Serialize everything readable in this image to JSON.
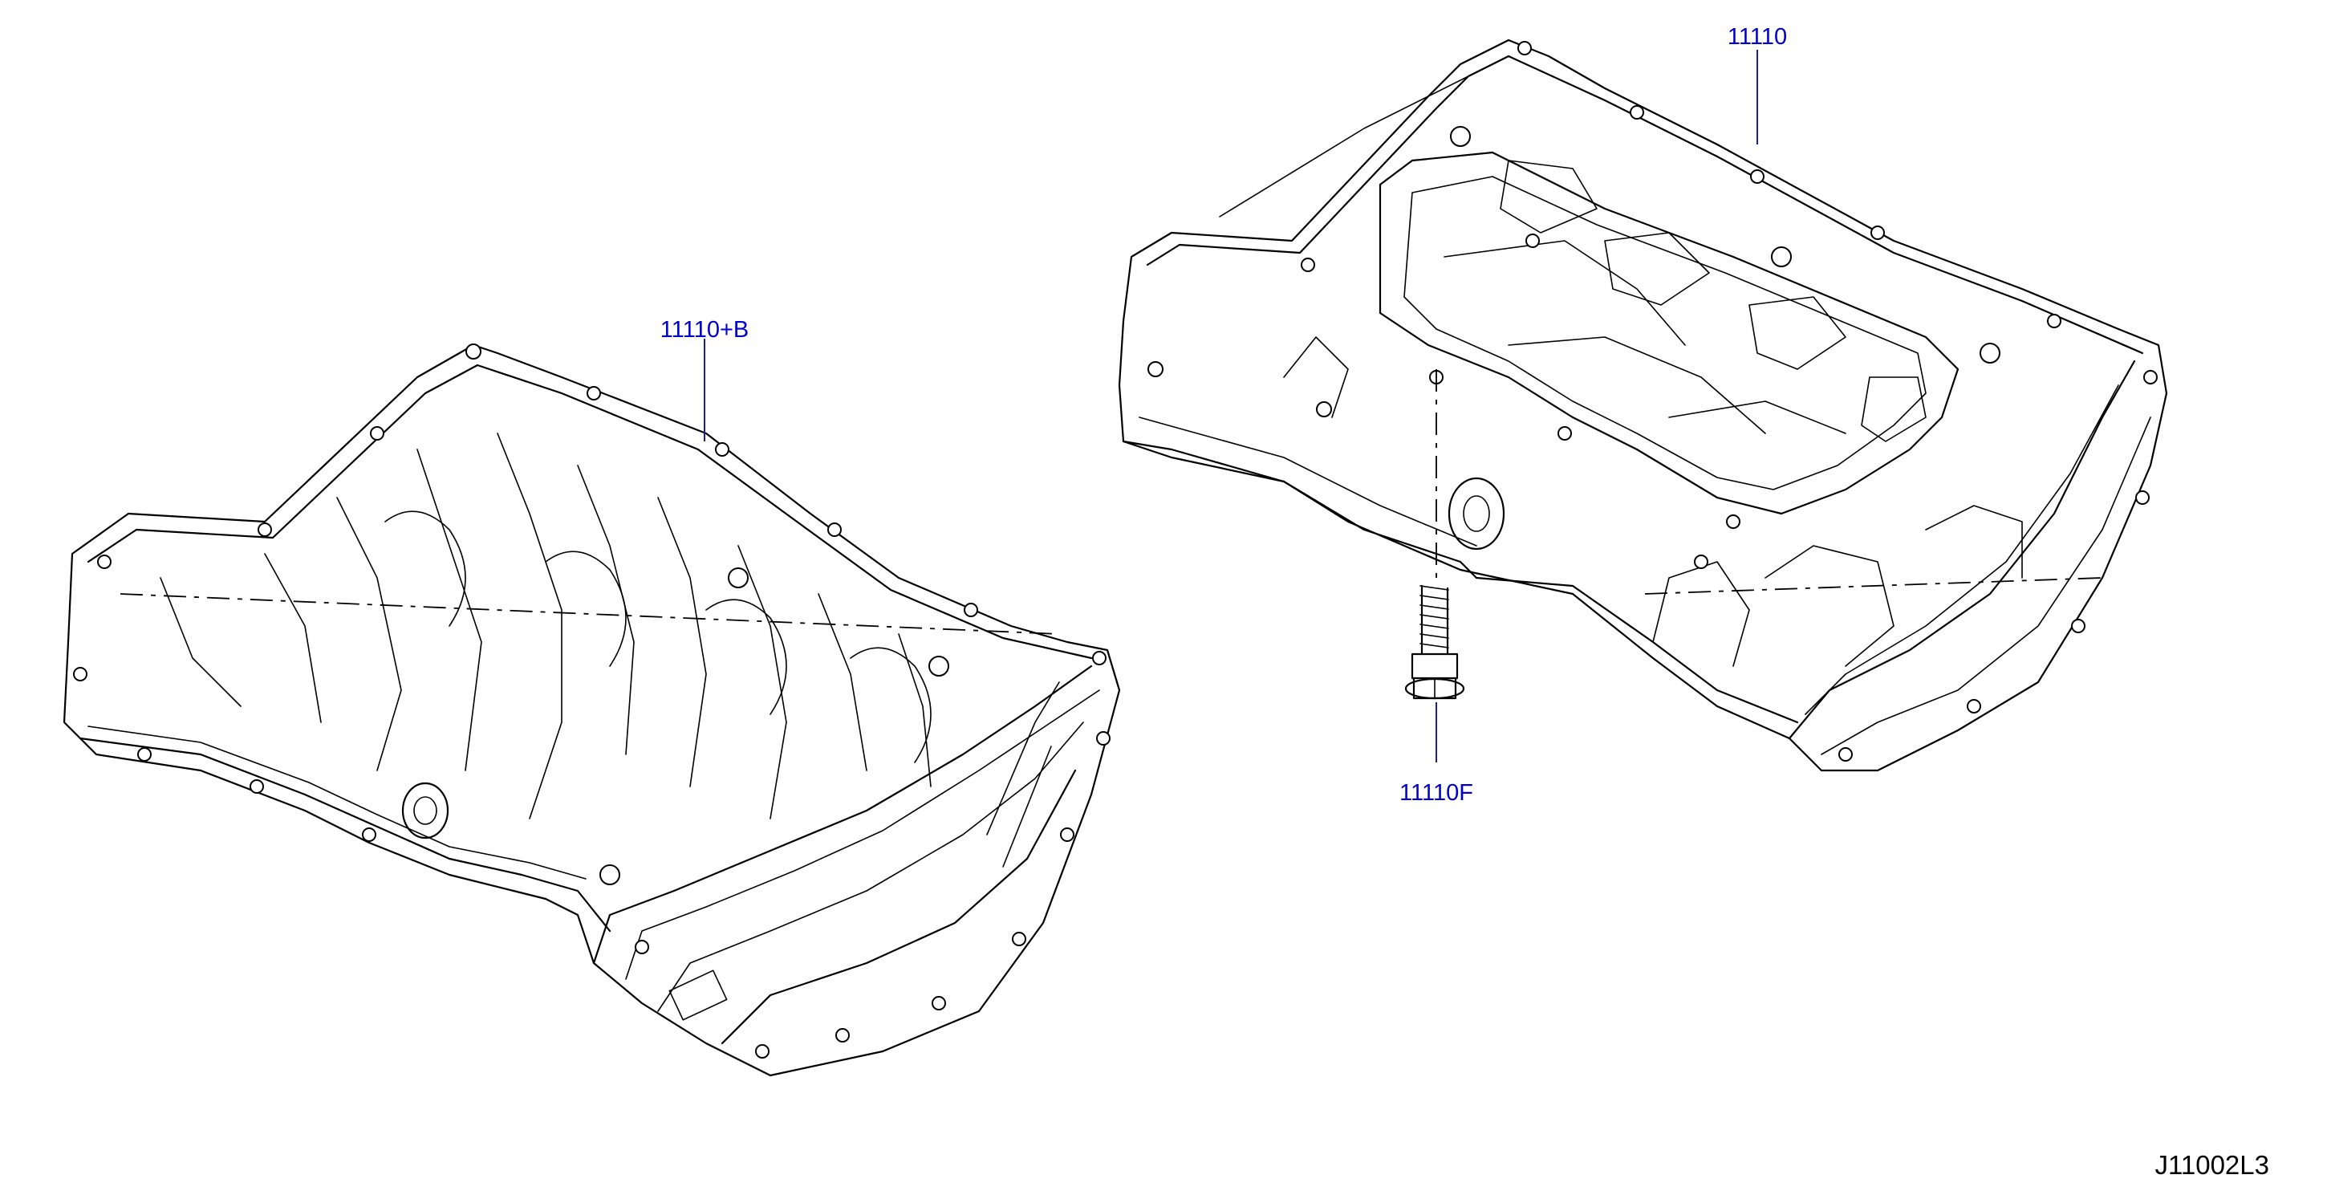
{
  "colors": {
    "background": "#ffffff",
    "line_art": "#000000",
    "callout_text": "#0000cc",
    "leader_line": "#1a1aa6",
    "diagram_id_text": "#000000"
  },
  "callouts": {
    "upper_pan": "11110",
    "lower_pan": "11110+B",
    "bolt": "11110F"
  },
  "diagram_id": "J11002L3"
}
